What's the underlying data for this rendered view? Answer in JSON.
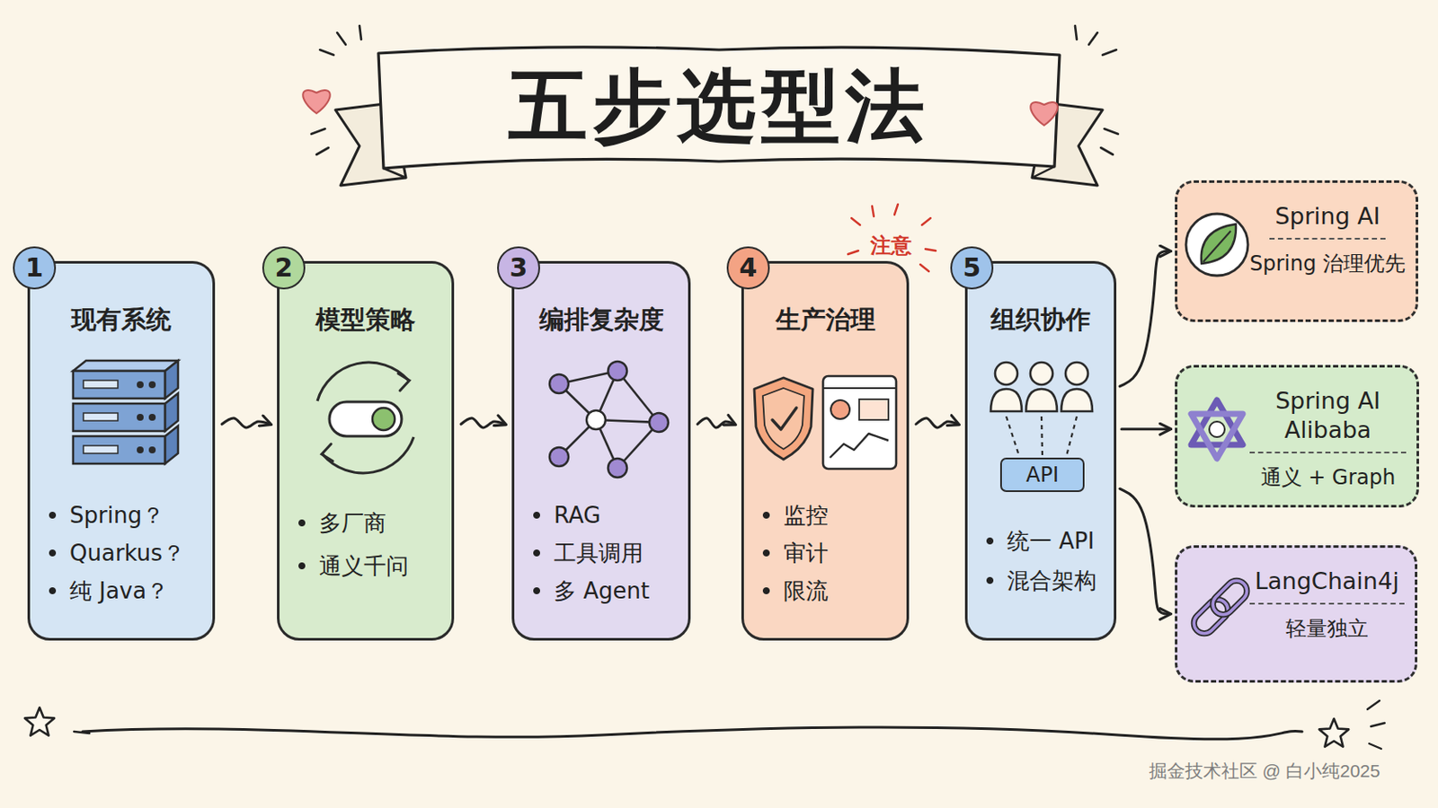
{
  "diagram": {
    "title": "五步选型法",
    "nodes": [
      {
        "text": [
          "1",
          "现有系统",
          "Spring？",
          "Quarkus？",
          "纯 Java？"
        ]
      },
      {
        "text": [
          "2",
          "模型策略",
          "多厂商",
          "通义千问"
        ]
      },
      {
        "text": [
          "3",
          "编排复杂度",
          "RAG",
          "工具调用",
          "多 Agent"
        ]
      },
      {
        "text": [
          "4",
          "生产治理",
          "监控",
          "审计",
          "限流"
        ]
      },
      {
        "text": [
          "5",
          "组织协作",
          "统一 API",
          "混合架构"
        ]
      },
      {
        "text": [
          "API"
        ],
        "in": 4
      },
      {
        "text": [
          "Spring AI",
          "Spring 治理优先"
        ]
      },
      {
        "text": [
          "Spring AI Alibaba",
          "通义 + Graph"
        ]
      },
      {
        "text": [
          "LangChain4j",
          "轻量独立"
        ]
      }
    ],
    "edges": [
      {
        "from": 0,
        "to": 1,
        "arrow": "to"
      },
      {
        "from": 1,
        "to": 2,
        "arrow": "to"
      },
      {
        "from": 2,
        "to": 3,
        "arrow": "to"
      },
      {
        "from": 3,
        "to": 4,
        "arrow": "to"
      },
      {
        "from": 4,
        "to": 6,
        "arrow": "to"
      },
      {
        "from": 4,
        "to": 7,
        "arrow": "to"
      },
      {
        "from": 4,
        "to": 8,
        "arrow": "to"
      }
    ],
    "labels": [
      "注意",
      "掘金技术社区 @ 白小纯2025"
    ]
  }
}
